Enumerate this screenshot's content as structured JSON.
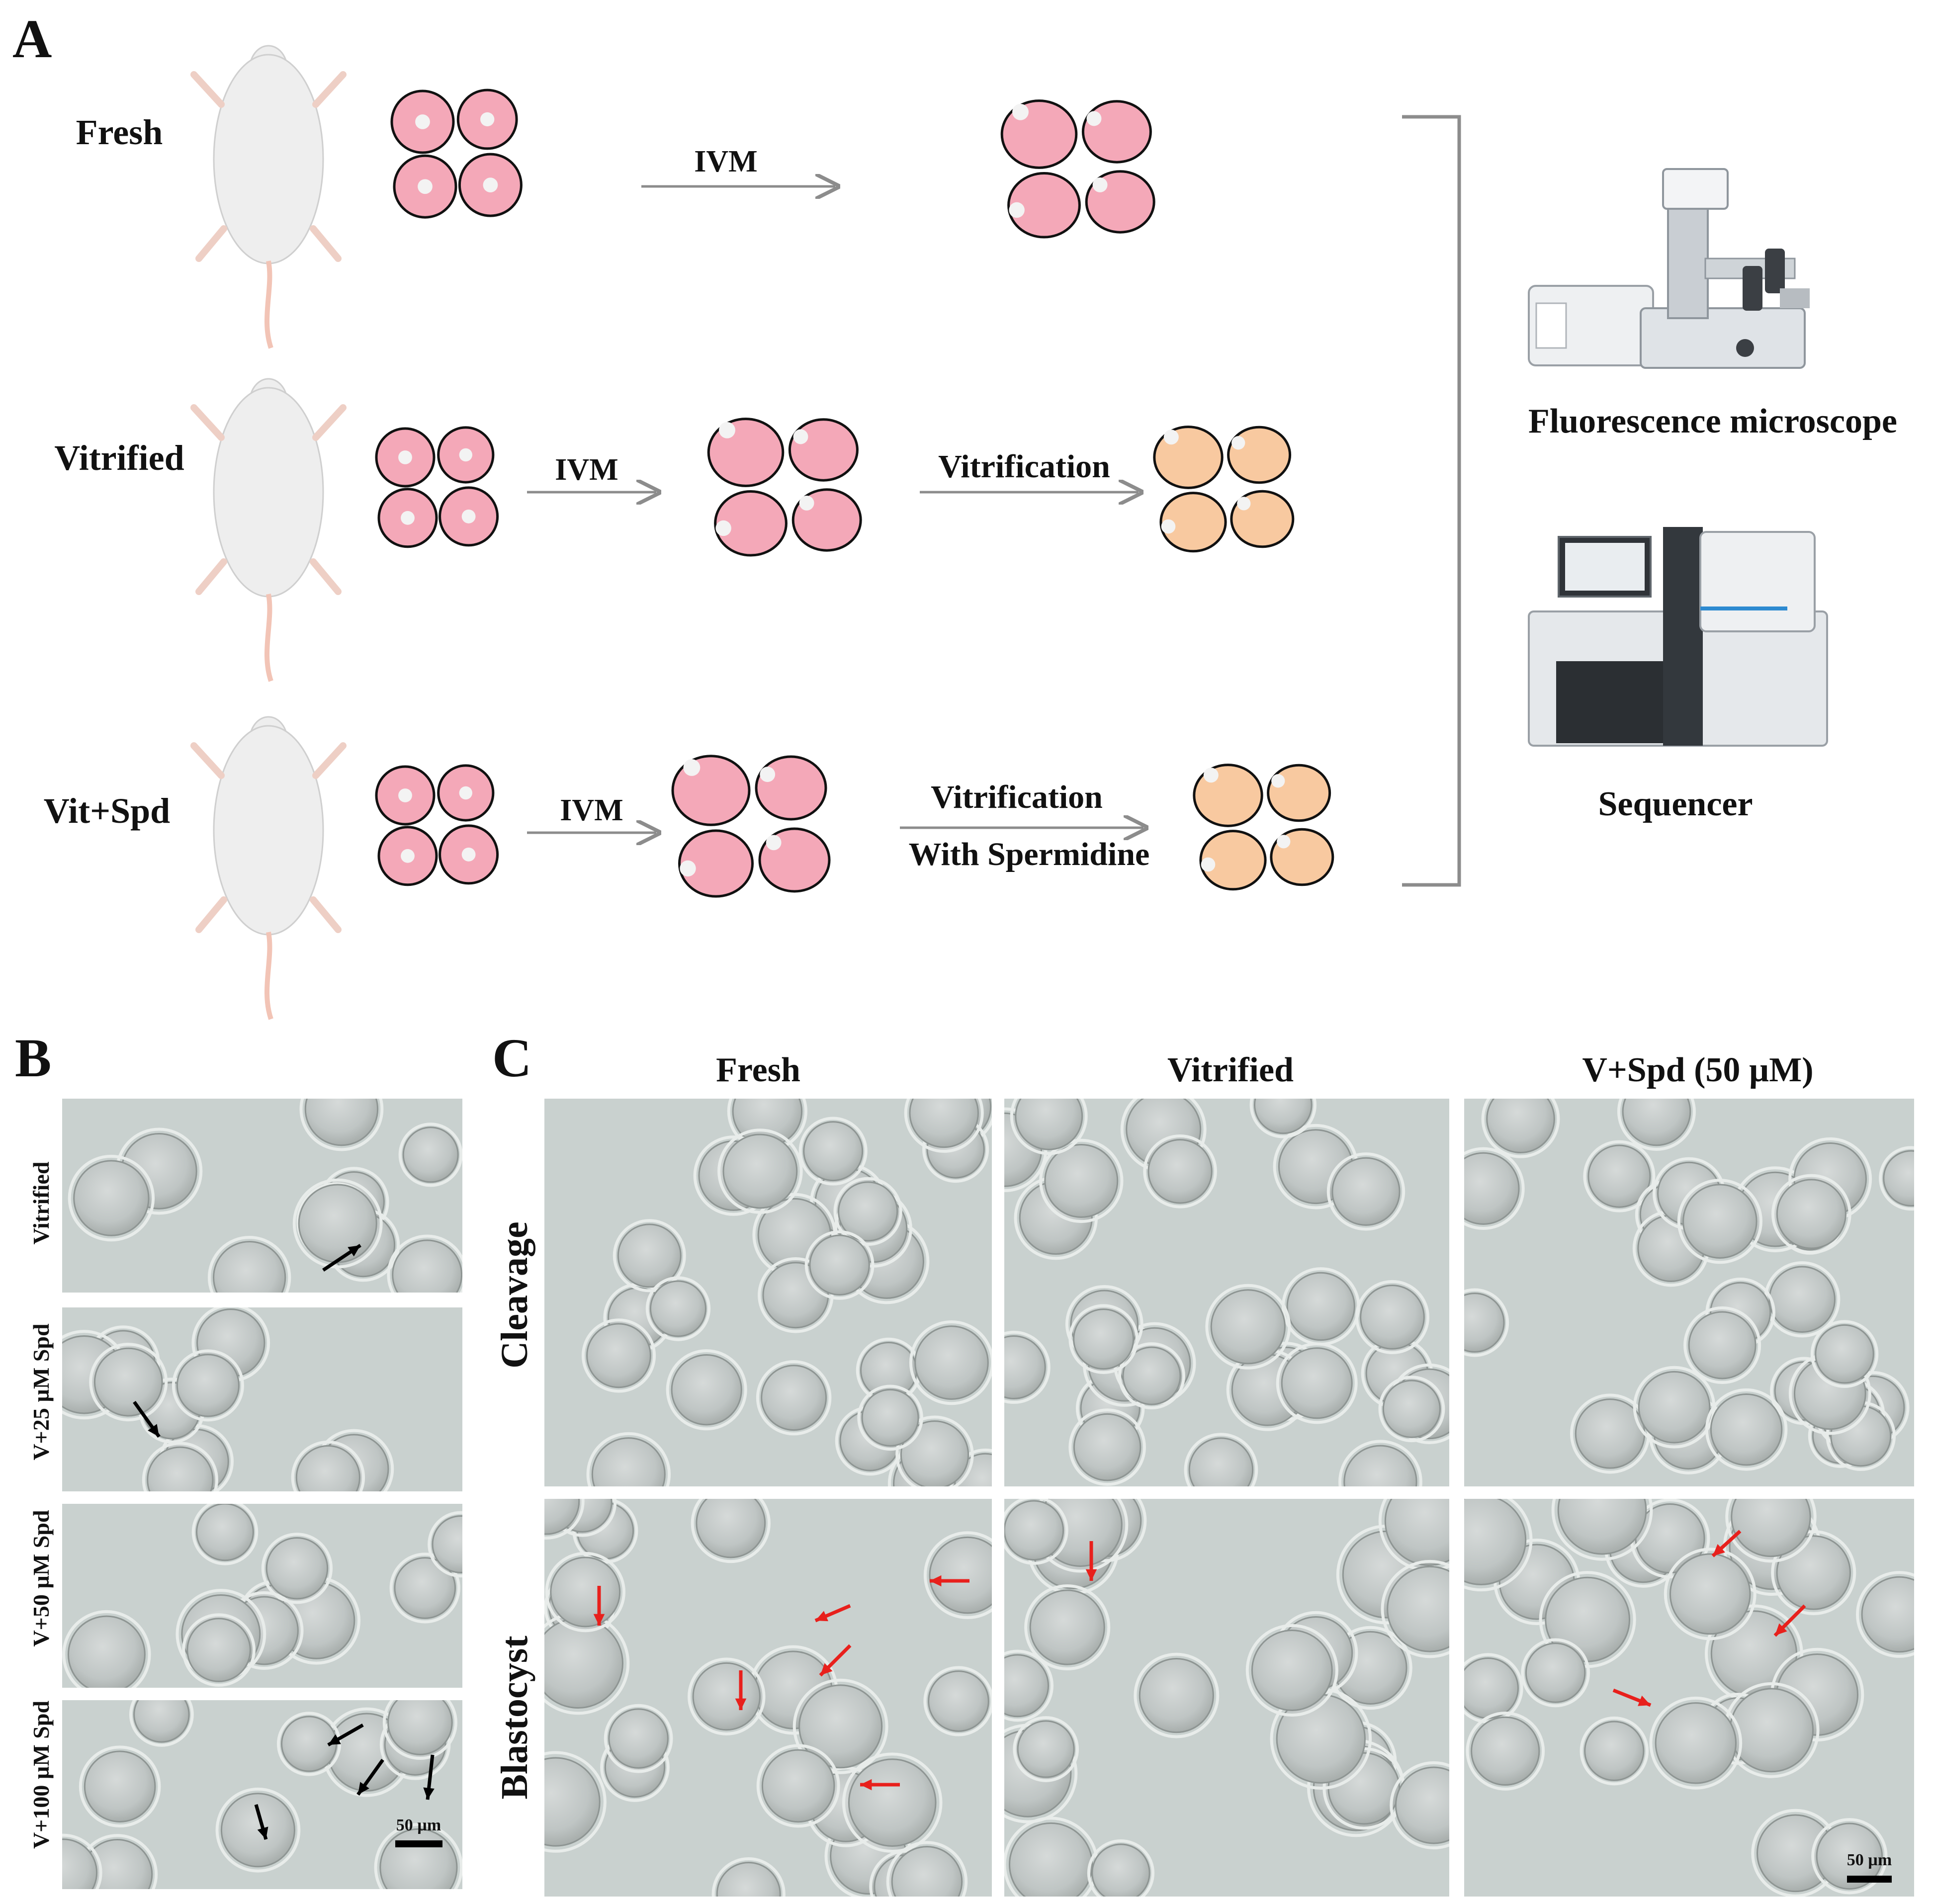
{
  "panel_a": {
    "letter": "A",
    "rows": [
      {
        "group": "Fresh",
        "steps": [
          "IVM"
        ]
      },
      {
        "group": "Vitrified",
        "steps": [
          "IVM",
          "Vitrification"
        ]
      },
      {
        "group": "Vit+Spd",
        "steps": [
          "IVM",
          "Vitrification",
          "With Spermidine"
        ]
      }
    ],
    "outputs": [
      {
        "label": "Fluorescence microscope",
        "icon": "fluorescence-microscope-icon"
      },
      {
        "label": "Sequencer",
        "icon": "sequencer-icon"
      }
    ],
    "colors": {
      "fresh_oocyte": "#f4a8b8",
      "vitrified_oocyte": "#f8c9a0",
      "arrow": "#8c8c8c"
    }
  },
  "panel_b": {
    "letter": "B",
    "rows": [
      "Vitrified",
      "V+25 µM Spd",
      "V+50 µM Spd",
      "V+100 µM Spd"
    ],
    "scale_bar": "50 µm"
  },
  "panel_c": {
    "letter": "C",
    "columns": [
      "Fresh",
      "Vitrified",
      "V+Spd (50 µM)"
    ],
    "rows": [
      "Cleavage",
      "Blastocyst"
    ],
    "scale_bar": "50 µm",
    "colors": {
      "arrow_marker": "#e8201c"
    }
  }
}
